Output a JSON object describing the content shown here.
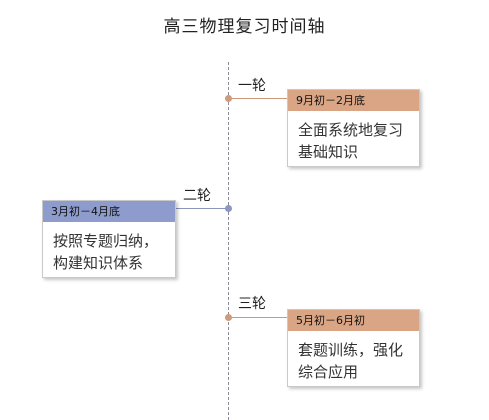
{
  "title": "高三物理复习时间轴",
  "colors": {
    "orange_head": "#d9a585",
    "blue_head": "#8d9ccc",
    "orange_dot": "#cf9a7c",
    "blue_dot": "#8c96be"
  },
  "rounds": [
    {
      "label": "一轮",
      "period": "9月初－2月底",
      "text_lines": [
        "全面系统地复习",
        "基础知识"
      ],
      "side": "right"
    },
    {
      "label": "二轮",
      "period": "3月初－4月底",
      "text_lines": [
        "按照专题归纳，",
        "构建知识体系"
      ],
      "side": "left"
    },
    {
      "label": "三轮",
      "period": "5月初－6月初",
      "text_lines": [
        "套题训练，强化",
        "综合应用"
      ],
      "side": "right"
    }
  ]
}
